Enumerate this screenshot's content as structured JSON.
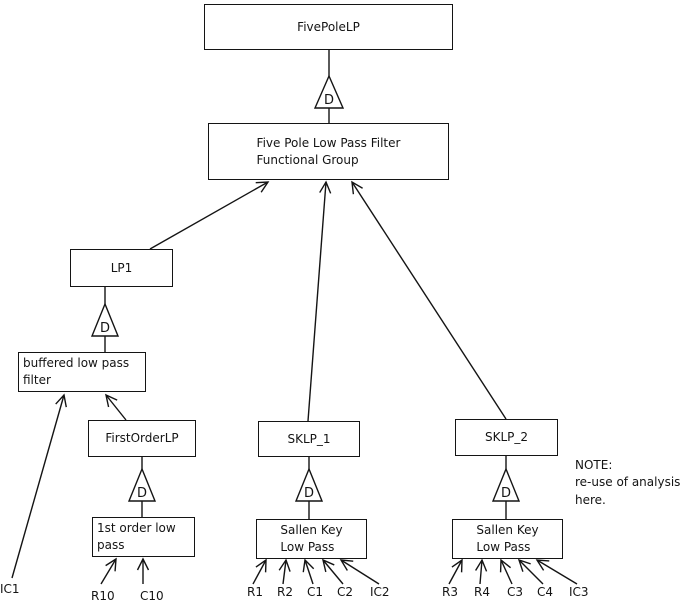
{
  "diagram": {
    "decomposition": "D",
    "nodes": {
      "fivePoleLP": "FivePoleLP",
      "functionalGroup1": "Five Pole Low Pass Filter",
      "functionalGroup2": "Functional Group",
      "lp1": "LP1",
      "buffered1": "buffered low pass",
      "buffered2": "filter",
      "firstOrderLP": "FirstOrderLP",
      "firstOrderLow1": "1st order low",
      "firstOrderLow2": "pass",
      "sklp1": "SKLP_1",
      "sallen1a": "Sallen Key",
      "sallen1b": "Low Pass",
      "sklp2": "SKLP_2",
      "sallen2a": "Sallen Key",
      "sallen2b": "Low Pass"
    },
    "components": {
      "ic1": "IC1",
      "r10": "R10",
      "c10": "C10",
      "r1": "R1",
      "r2": "R2",
      "c1": "C1",
      "c2": "C2",
      "ic2": "IC2",
      "r3": "R3",
      "r4": "R4",
      "c3": "C3",
      "c4": "C4",
      "ic3": "IC3"
    },
    "note": {
      "line1": "NOTE:",
      "line2": "re-use of analysis",
      "line3": "here."
    }
  }
}
